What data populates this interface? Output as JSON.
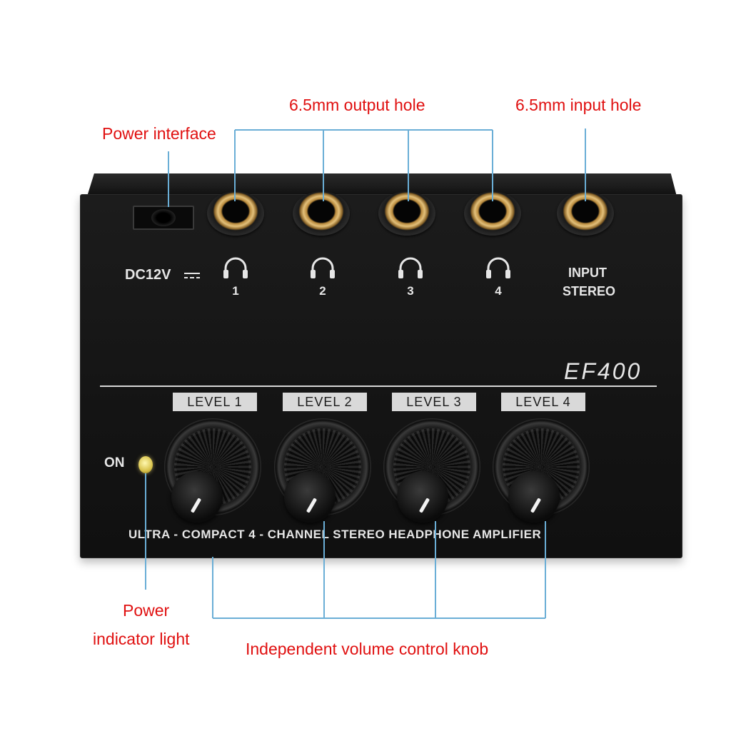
{
  "callouts": {
    "power_interface": "Power interface",
    "output_hole": "6.5mm output hole",
    "input_hole": "6.5mm input hole",
    "power_indicator_line1": "Power",
    "power_indicator_line2": "indicator light",
    "volume_knob": "Independent volume control knob"
  },
  "device": {
    "dc_label": "DC12V",
    "outputs": [
      {
        "number": "1",
        "icon": "headphone-icon"
      },
      {
        "number": "2",
        "icon": "headphone-icon"
      },
      {
        "number": "3",
        "icon": "headphone-icon"
      },
      {
        "number": "4",
        "icon": "headphone-icon"
      }
    ],
    "input_line1": "INPUT",
    "input_line2": "STEREO",
    "model": "EF400",
    "levels": [
      "LEVEL 1",
      "LEVEL 2",
      "LEVEL 3",
      "LEVEL 4"
    ],
    "on_label": "ON",
    "description": "ULTRA - COMPACT 4 - CHANNEL STEREO HEADPHONE AMPLIFIER"
  },
  "colors": {
    "callout_text": "#e01010",
    "leader_line": "#6aaed6",
    "device_body": "#161616",
    "jack_gold": "#d4a85a"
  }
}
